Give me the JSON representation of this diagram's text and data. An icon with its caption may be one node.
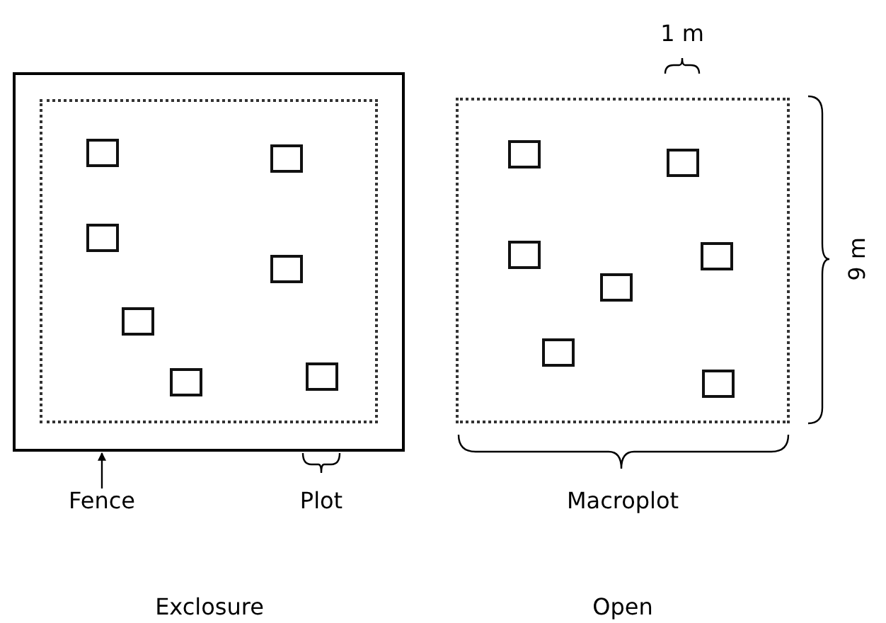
{
  "diagram": {
    "nodes": [
      {
        "text": [],
        "shape": "box"
      },
      {
        "text": [],
        "shape": "box",
        "in": 0
      },
      {
        "text": [],
        "shape": "box",
        "in": 1
      },
      {
        "text": [],
        "shape": "box",
        "in": 1
      },
      {
        "text": [],
        "shape": "box",
        "in": 1
      },
      {
        "text": [],
        "shape": "box",
        "in": 1
      },
      {
        "text": [],
        "shape": "box",
        "in": 1
      },
      {
        "text": [],
        "shape": "box",
        "in": 1
      },
      {
        "text": [],
        "shape": "box",
        "in": 1
      },
      {
        "text": [],
        "shape": "box"
      },
      {
        "text": [],
        "shape": "box",
        "in": 9
      },
      {
        "text": [],
        "shape": "box",
        "in": 9
      },
      {
        "text": [],
        "shape": "box",
        "in": 9
      },
      {
        "text": [],
        "shape": "box",
        "in": 9
      },
      {
        "text": [],
        "shape": "box",
        "in": 9
      },
      {
        "text": [],
        "shape": "box",
        "in": 9
      },
      {
        "text": [],
        "shape": "box",
        "in": 9
      },
      {
        "text": [
          "Fence"
        ]
      }
    ],
    "edges": [
      {
        "from": 17,
        "to": 0,
        "arrow": "to"
      }
    ],
    "labels": [
      "1 m",
      "9 m",
      "Plot",
      "Macroplot",
      "Exclosure",
      "Open"
    ]
  }
}
